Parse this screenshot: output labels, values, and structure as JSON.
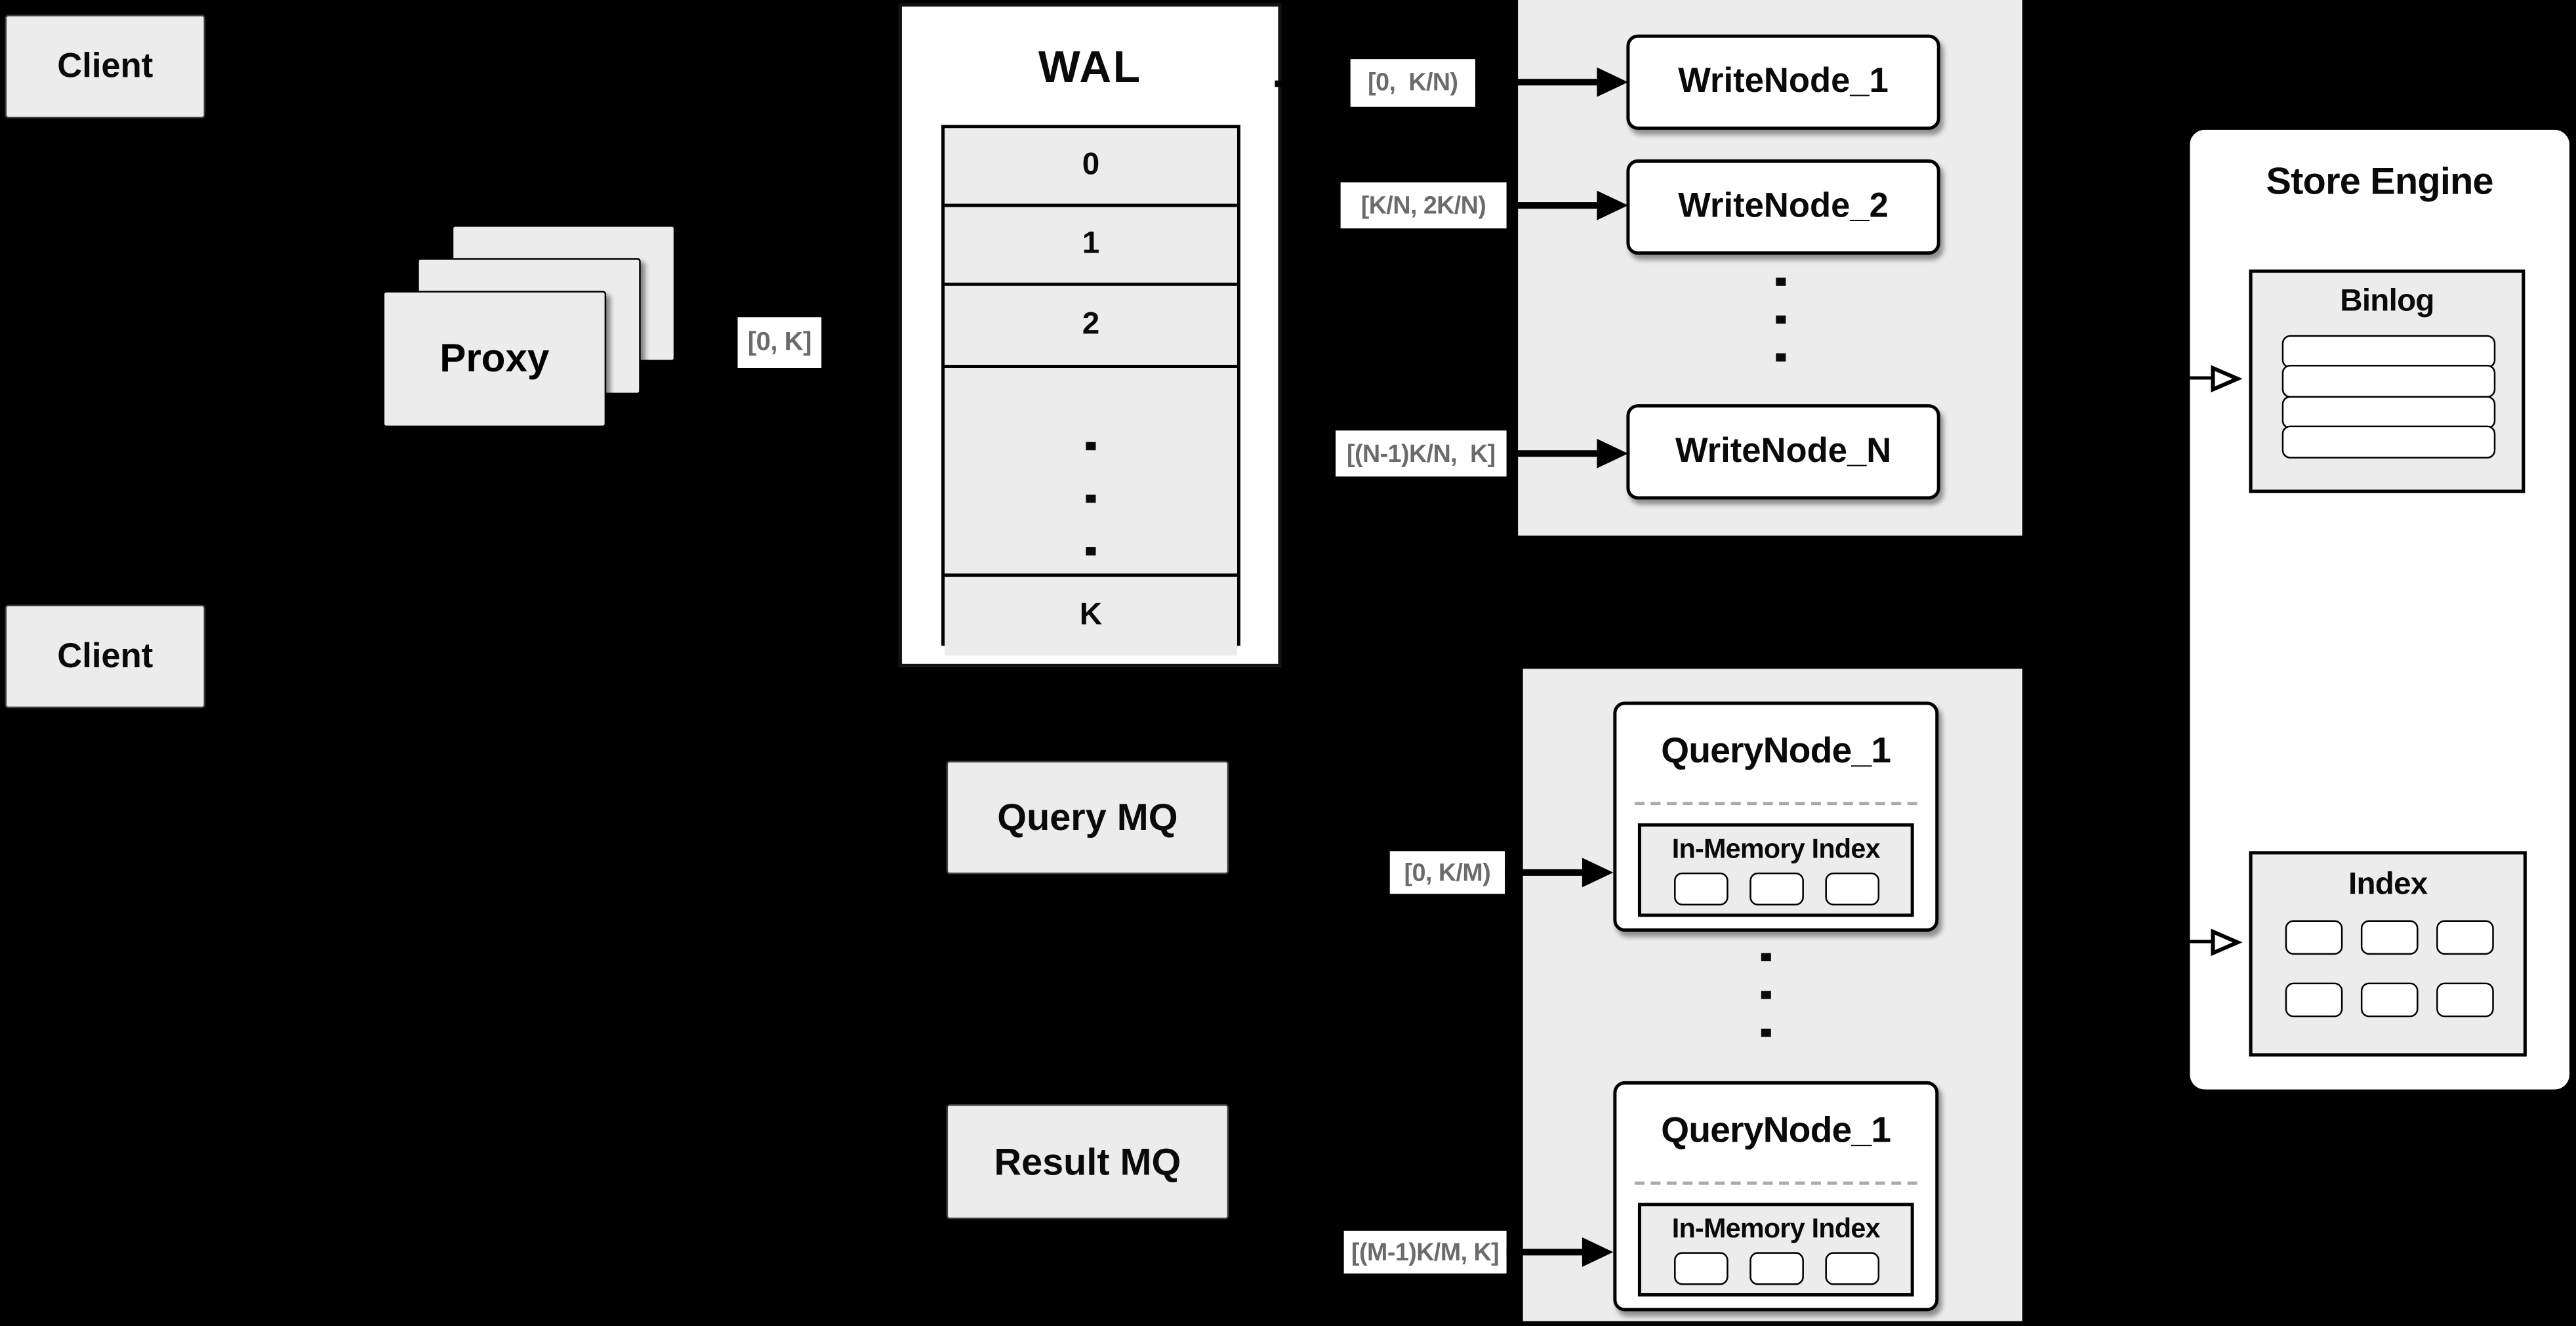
{
  "colors": {
    "background": "#000000",
    "box_fill": "#ececec",
    "node_fill": "#ffffff",
    "border": "#000000",
    "range_label_text": "#6b6b6b",
    "dashed_separator": "#ababab"
  },
  "clients": {
    "top_label": "Client",
    "bottom_label": "Client"
  },
  "proxy": {
    "label": "Proxy",
    "range_label": "[0, K]"
  },
  "wal": {
    "title": "WAL",
    "segments": [
      "0",
      "1",
      "2",
      "K"
    ],
    "has_ellipsis_row": true
  },
  "write_section": {
    "nodes": [
      {
        "label": "WriteNode_1",
        "range_label": "[0,  K/N)"
      },
      {
        "label": "WriteNode_2",
        "range_label": "[K/N, 2K/N)"
      },
      {
        "label": "WriteNode_N",
        "range_label": "[(N-1)K/N,  K]"
      }
    ]
  },
  "query_section": {
    "query_mq_label": "Query MQ",
    "result_mq_label": "Result MQ",
    "nodes": [
      {
        "label": "QueryNode_1",
        "inner_title": "In-Memory Index",
        "range_label": "[0, K/M)",
        "memory_slots": 3
      },
      {
        "label": "QueryNode_1",
        "inner_title": "In-Memory Index",
        "range_label": "[(M-1)K/M, K]",
        "memory_slots": 3
      }
    ]
  },
  "store_engine": {
    "title": "Store Engine",
    "binlog": {
      "title": "Binlog",
      "slots": 4
    },
    "index": {
      "title": "Index",
      "slots": 6
    }
  }
}
